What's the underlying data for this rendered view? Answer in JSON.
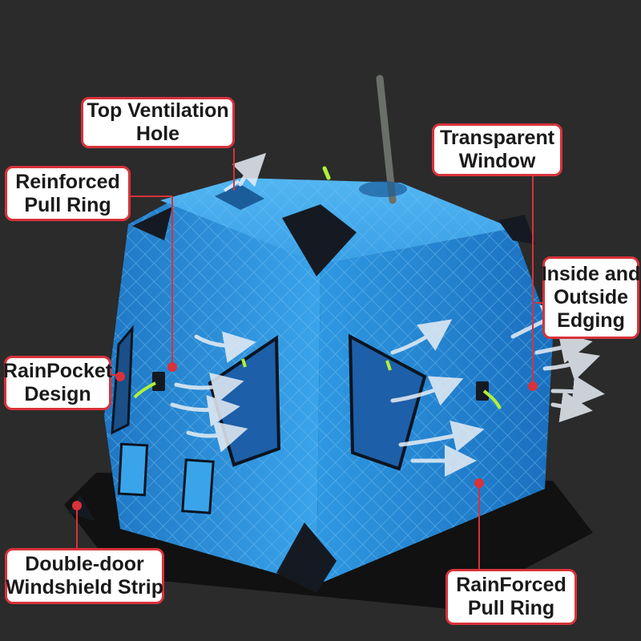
{
  "photo": {
    "subject": "blue-quilted-ice-fishing-tent",
    "background_color": "#2b2b2b",
    "tent_color": "#2a8fdc",
    "accent_color": "#d8323a",
    "label_fill": "#ffffff"
  },
  "callouts": {
    "top_ventilation": {
      "line1": "Top Ventilation",
      "line2": "Hole"
    },
    "transparent_window": {
      "line1": "Transparent",
      "line2": "Window"
    },
    "reinforced_pull_ring": {
      "line1": "Reinforced",
      "line2": "Pull Ring"
    },
    "inside_outside_edging": {
      "line1": "Inside and",
      "line2": "Outside",
      "line3": "Edging"
    },
    "rain_pocket": {
      "line1": "RainPocket",
      "line2": "Design"
    },
    "double_door": {
      "line1": "Double-door",
      "line2": "Windshield Strip"
    },
    "rainforced_pull_ring": {
      "line1": "RainForced",
      "line2": "Pull Ring"
    }
  }
}
